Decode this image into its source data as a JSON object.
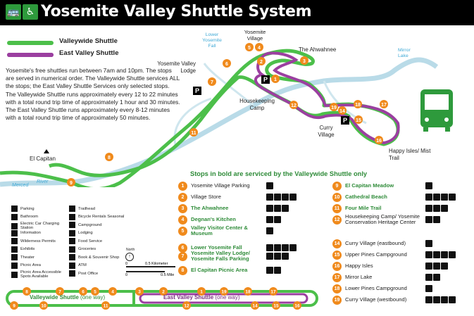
{
  "header": {
    "title": "Yosemite Valley Shuttle System",
    "icon_bus": "bus-icon",
    "icon_accessible": "wheelchair-icon",
    "bg": "#000000"
  },
  "legend_lines": [
    {
      "label": "Valleywide Shuttle",
      "color": "#4cbf4a"
    },
    {
      "label": "East Valley Shuttle",
      "color": "#9b3fa0"
    }
  ],
  "intro": "Yosemite's free shuttles run between 7am and 10pm. The stops are served in numerical order. The Valleywide Shuttle services ALL the stops; the East Valley Shuttle Services only selected stops. The Valleywide Shuttle runs approximately every 12 to 22 minutes with a total round trip time of approximately 1 hour and 30 minutes. The East Valley Shuttle runs approximately every 8-12 minutes with a total round trip time of approximately 50 minutes.",
  "places": {
    "lower_falls": "Lower Yosemite Fall",
    "village": "Yosemite Village",
    "ahwahnee": "The Ahwahnee",
    "mirror": "Mirror Lake",
    "lodge": "Yosemite Valley Lodge",
    "housekeeping": "Housekeeping Camp",
    "curry": "Curry Village",
    "happy": "Happy Isles/ Mist Trail",
    "elcapitan": "El Capitan",
    "merced": "Merced",
    "river": "River"
  },
  "stops_heading": "Stops in bold are serviced by the Valleywide Shuttle only",
  "stops": [
    {
      "n": "1",
      "name": "Yosemite Village Parking",
      "bold": false
    },
    {
      "n": "2",
      "name": "Village Store",
      "bold": false
    },
    {
      "n": "3",
      "name": "The Ahwahnee",
      "bold": true
    },
    {
      "n": "4",
      "name": "Degnan's Kitchen",
      "bold": true
    },
    {
      "n": "5",
      "name": "Valley Visitor Center & Museum",
      "bold": true
    },
    {
      "n": "6",
      "name": "Lower Yosemite Fall",
      "bold": true
    },
    {
      "n": "7",
      "name": "Yosemite Valley Lodge/ Yosemite Falls Parking",
      "bold": true
    },
    {
      "n": "8",
      "name": "El Capitan Picnic Area",
      "bold": true
    },
    {
      "n": "9",
      "name": "El Capitan Meadow",
      "bold": true
    },
    {
      "n": "10",
      "name": "Cathedral Beach",
      "bold": true
    },
    {
      "n": "11",
      "name": "Four Mile Trail",
      "bold": true
    },
    {
      "n": "12",
      "name": "Housekeeping Camp/ Yosemite Conservation Heritage Center",
      "bold": false
    },
    {
      "n": "14",
      "name": "Curry Village (eastbound)",
      "bold": false
    },
    {
      "n": "15",
      "name": "Upper Pines Campground",
      "bold": false
    },
    {
      "n": "16",
      "name": "Happy Isles",
      "bold": false
    },
    {
      "n": "17",
      "name": "Mirror Lake",
      "bold": false
    },
    {
      "n": "18",
      "name": "Lower Pines Campground",
      "bold": false
    },
    {
      "n": "19",
      "name": "Curry Village (westbound)",
      "bold": false
    }
  ],
  "symbols": [
    "Parking",
    "Bathroom",
    "Electric Car Charging Station",
    "Information",
    "Wilderness Permits",
    "Exhibits",
    "Theater",
    "Picnic Area",
    "Picnic Area Accessible Spots Available",
    "Trailhead",
    "Bicycle Rentals Seasonal",
    "Campground",
    "Lodging",
    "Food Service",
    "Groceries",
    "Book & Souvenir Shop",
    "ATM",
    "Post Office"
  ],
  "scale": {
    "north": "North",
    "km0": "0",
    "km": "0.5 Kilometer",
    "mi0": "0",
    "mi": "0.5 Mile"
  },
  "line_diagram": {
    "valleywide_label": "Valleywide Shuttle",
    "valleywide_suffix": "(one way)",
    "east_label": "East Valley Shuttle",
    "east_suffix": "(one way)",
    "top_order": [
      "8",
      "7",
      "6",
      "5",
      "4",
      "3",
      "2",
      "1",
      "19",
      "18",
      "17"
    ],
    "bottom_order": [
      "9",
      "10",
      "11",
      "12",
      "14",
      "15",
      "16"
    ]
  }
}
